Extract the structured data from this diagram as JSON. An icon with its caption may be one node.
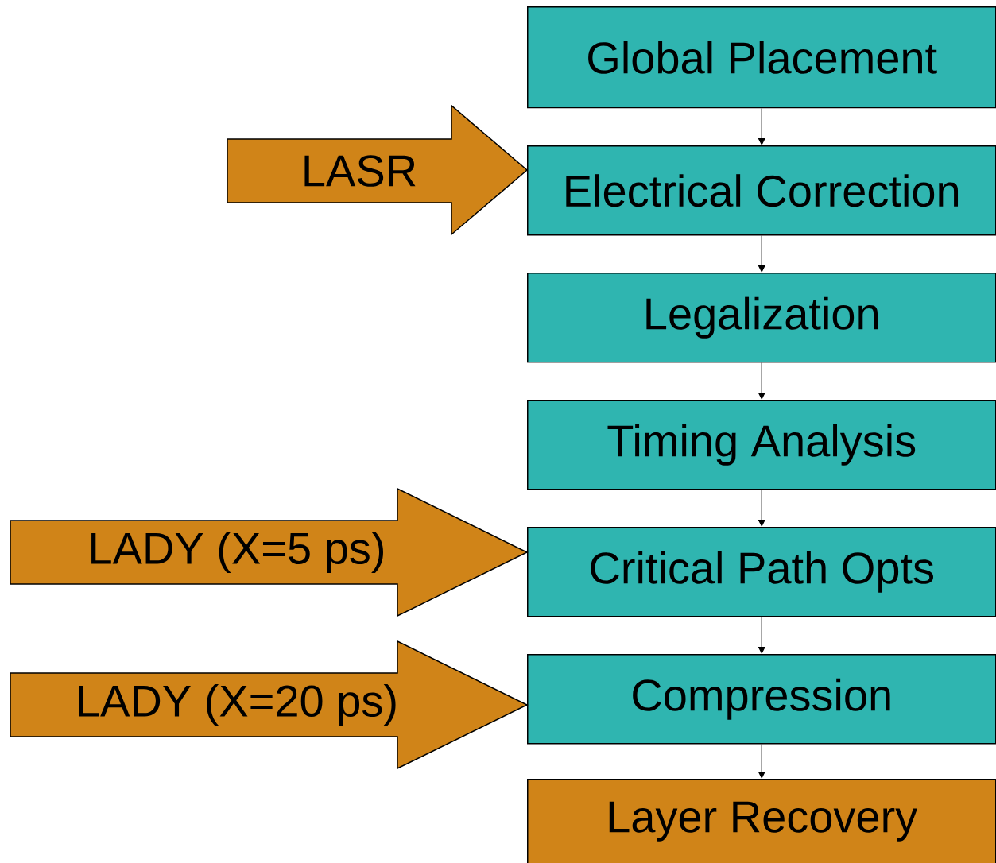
{
  "diagram": {
    "nodes": [
      {
        "text": [
          "Global Placement"
        ]
      },
      {
        "text": [
          "Electrical Correction"
        ]
      },
      {
        "text": [
          "Legalization"
        ]
      },
      {
        "text": [
          "Timing Analysis"
        ]
      },
      {
        "text": [
          "Critical Path Opts"
        ]
      },
      {
        "text": [
          "Compression"
        ]
      },
      {
        "text": [
          "Layer Recovery"
        ]
      },
      {
        "text": [
          "LASR"
        ]
      },
      {
        "text": [
          "LADY (X=5 ps)"
        ]
      },
      {
        "text": [
          "LADY (X=20 ps)"
        ]
      }
    ],
    "edges": [
      {
        "from": 0,
        "to": 1,
        "arrow": "to"
      },
      {
        "from": 1,
        "to": 2,
        "arrow": "to"
      },
      {
        "from": 2,
        "to": 3,
        "arrow": "to"
      },
      {
        "from": 3,
        "to": 4,
        "arrow": "to"
      },
      {
        "from": 4,
        "to": 5,
        "arrow": "to"
      },
      {
        "from": 5,
        "to": 6,
        "arrow": "to"
      }
    ]
  }
}
